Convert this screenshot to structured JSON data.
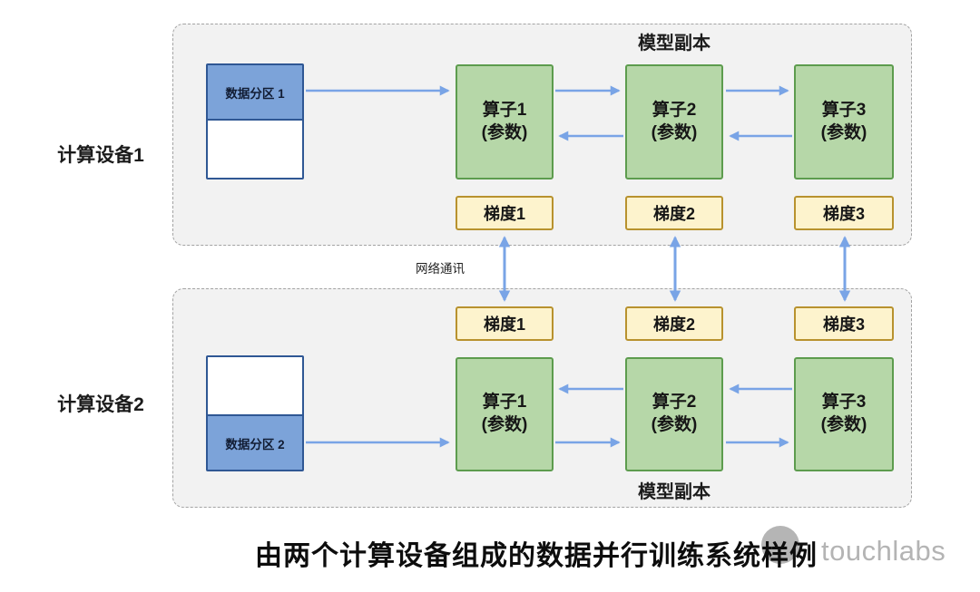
{
  "caption": "由两个计算设备组成的数据并行训练系统样例",
  "watermark": "touchlabs",
  "network_label": "网络通讯",
  "device1": {
    "label": "计算设备1",
    "replica_label": "模型副本",
    "data_partition": "数据分区 1",
    "operators": [
      "算子1\n(参数)",
      "算子2\n(参数)",
      "算子3\n(参数)"
    ],
    "gradients": [
      "梯度1",
      "梯度2",
      "梯度3"
    ]
  },
  "device2": {
    "label": "计算设备2",
    "replica_label": "模型副本",
    "data_partition": "数据分区 2",
    "operators": [
      "算子1\n(参数)",
      "算子2\n(参数)",
      "算子3\n(参数)"
    ],
    "gradients": [
      "梯度1",
      "梯度2",
      "梯度3"
    ]
  },
  "colors": {
    "operator_fill": "#b6d7a8",
    "operator_border": "#5d9c4e",
    "gradient_fill": "#fdf3cd",
    "gradient_border": "#b8922e",
    "partition_fill": "#7ca3d9",
    "partition_border": "#2f5794",
    "arrow": "#79a4e6",
    "panel_fill": "#f2f2f2",
    "panel_border": "#a3a3a3",
    "watermark_gray": "#b4b4b4"
  }
}
